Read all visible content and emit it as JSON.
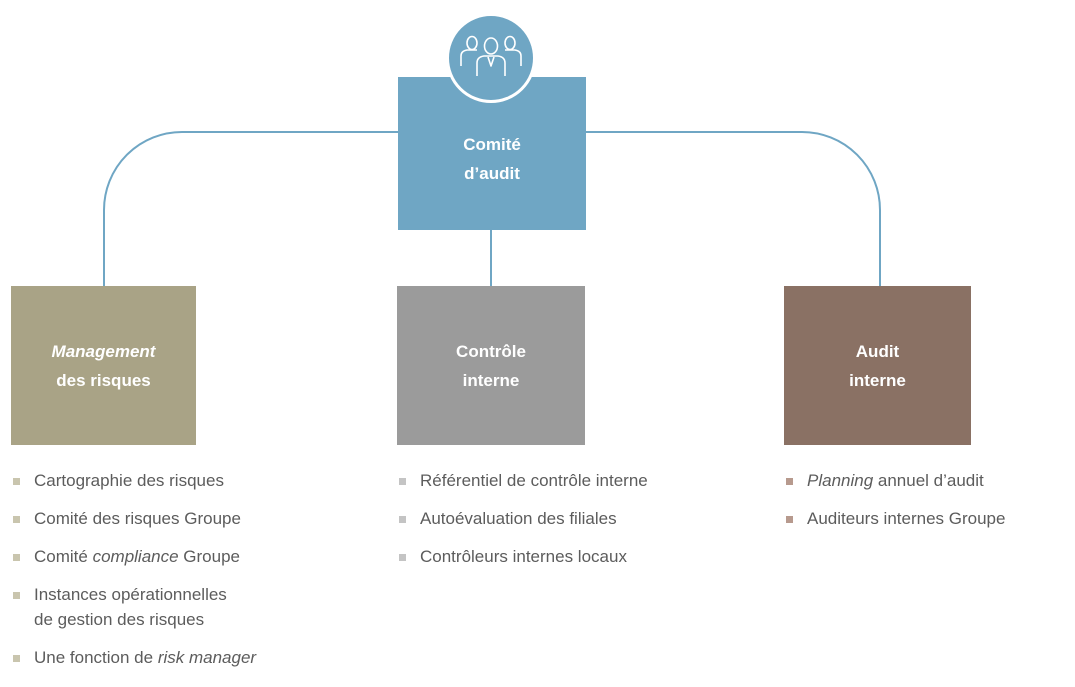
{
  "top": {
    "line1": "Comité",
    "line2": "d’audit",
    "icon": "people-group-icon"
  },
  "colors": {
    "top": "#6fa6c4",
    "management": "#a9a386",
    "controle": "#9b9b9b",
    "audit": "#8a7164",
    "connector": "#6fa6c4"
  },
  "management": {
    "line1": "Management",
    "line2": "des risques",
    "items": [
      {
        "a": "Cartographie des risques",
        "b": "",
        "c": ""
      },
      {
        "a": "Comité des risques Groupe",
        "b": "",
        "c": ""
      },
      {
        "a": "Comité ",
        "b": "compliance",
        "c": " Groupe"
      },
      {
        "a": "Instances opérationnelles",
        "b": "",
        "c": "",
        "d": "de gestion des risques"
      },
      {
        "a": "Une fonction de ",
        "b": "risk manager",
        "c": ""
      }
    ]
  },
  "controle": {
    "line1": "Contrôle",
    "line2": "interne",
    "items": [
      {
        "a": "Référentiel de contrôle interne"
      },
      {
        "a": "Autoévaluation des filiales"
      },
      {
        "a": "Contrôleurs internes locaux"
      }
    ]
  },
  "audit": {
    "line1": "Audit",
    "line2": "interne",
    "items": [
      {
        "a": "",
        "b": "Planning",
        "c": " annuel d’audit"
      },
      {
        "a": "Auditeurs internes Groupe",
        "b": "",
        "c": ""
      }
    ]
  }
}
